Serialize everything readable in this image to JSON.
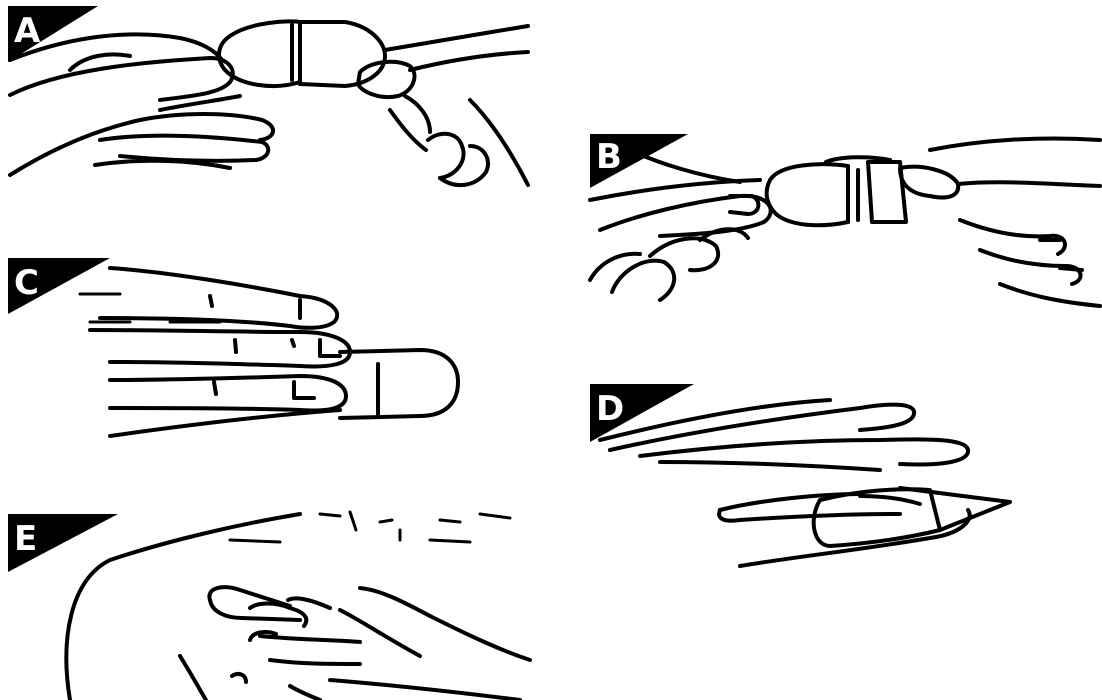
{
  "panels": [
    {
      "id": "A",
      "label": "A"
    },
    {
      "id": "B",
      "label": "B"
    },
    {
      "id": "C",
      "label": "C"
    },
    {
      "id": "D",
      "label": "D"
    },
    {
      "id": "E",
      "label": "E"
    }
  ],
  "colors": {
    "ink": "#000000",
    "paper": "#ffffff"
  },
  "illustration_style": "black line drawing"
}
